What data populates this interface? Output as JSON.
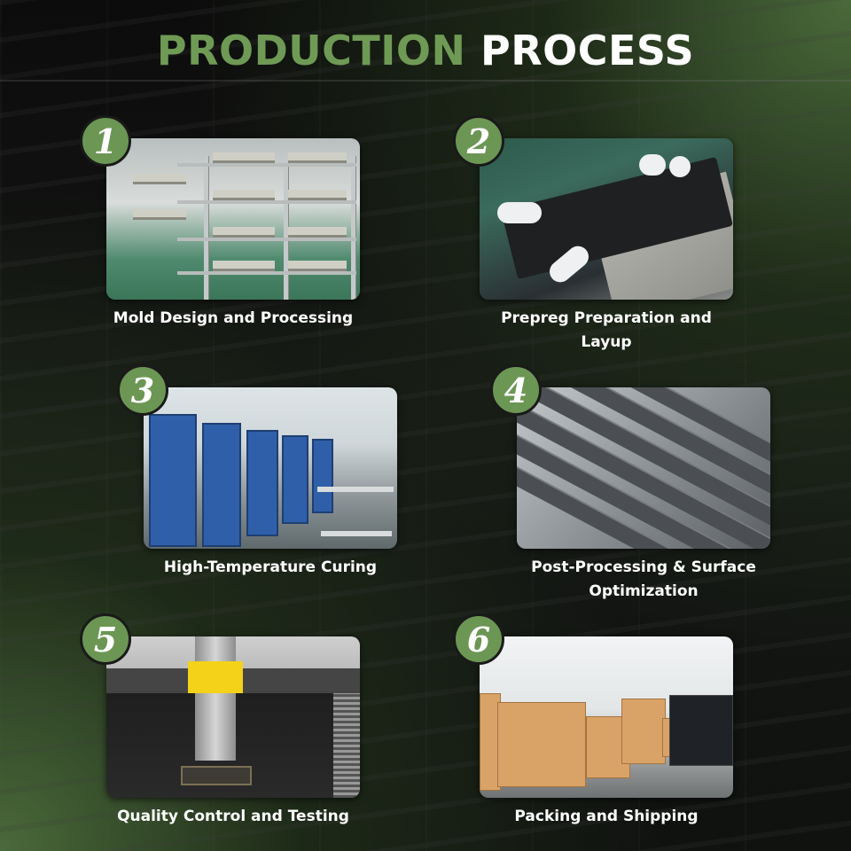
{
  "title": {
    "part1": "PRODUCTION",
    "part2": "PROCESS"
  },
  "colors": {
    "accent": "#6f9a55",
    "badge": "#6c9654",
    "text": "#ffffff"
  },
  "steps": [
    {
      "number": "1",
      "label": "Mold Design and Processing",
      "photo": "mold-shelves-photo"
    },
    {
      "number": "2",
      "label": "Prepreg Preparation and Layup",
      "photo": "prepreg-layup-photo"
    },
    {
      "number": "3",
      "label": "High-Temperature Curing",
      "photo": "curing-presses-photo"
    },
    {
      "number": "4",
      "label": "Post-Processing & Surface Optimization",
      "photo": "post-processing-photo"
    },
    {
      "number": "5",
      "label": "Quality Control and Testing",
      "photo": "testing-machine-photo"
    },
    {
      "number": "6",
      "label": "Packing and Shipping",
      "photo": "warehouse-photo"
    }
  ]
}
